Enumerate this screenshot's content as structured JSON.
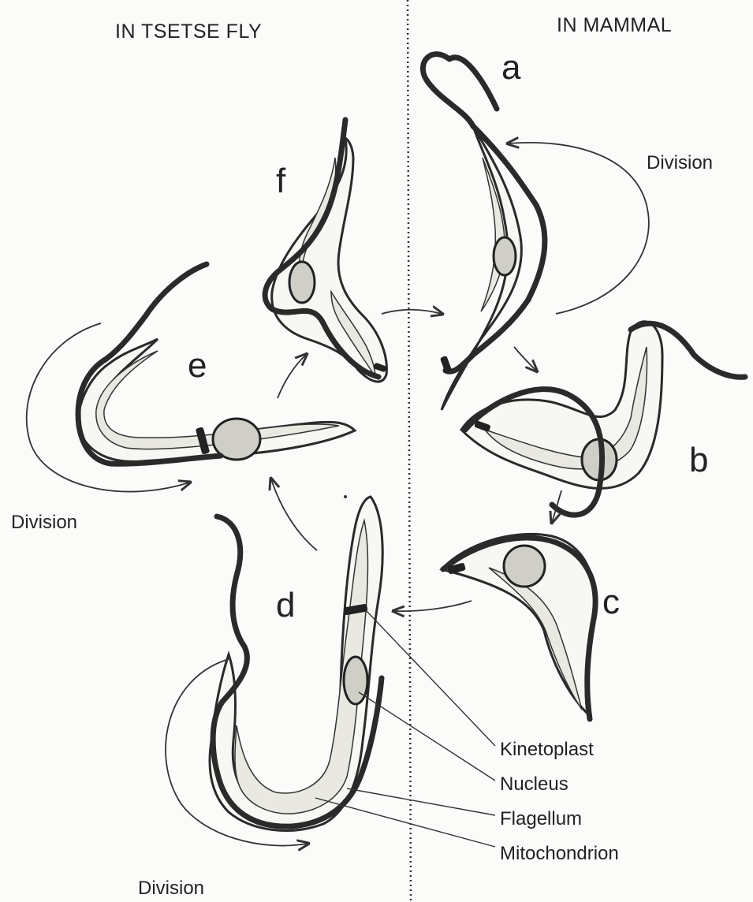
{
  "headers": {
    "left": "IN TSETSE FLY",
    "right": "IN MAMMAL"
  },
  "stages": {
    "a": "a",
    "b": "b",
    "c": "c",
    "d": "d",
    "e": "e",
    "f": "f"
  },
  "division_labels": {
    "mammal": "Division",
    "fly_left": "Division",
    "fly_bottom": "Division"
  },
  "parts": {
    "kinetoplast": "Kinetoplast",
    "nucleus": "Nucleus",
    "flagellum": "Flagellum",
    "mitochondrion": "Mitochondrion"
  }
}
